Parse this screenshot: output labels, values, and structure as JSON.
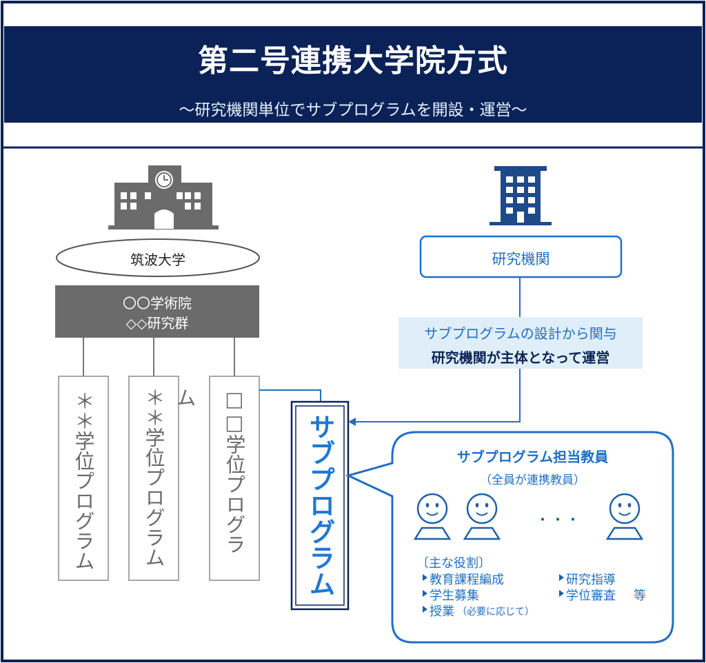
{
  "header": {
    "title": "第二号連携大学院方式",
    "subtitle": "～研究機関単位でサブプログラムを開設・運営～"
  },
  "university": {
    "name": "筑波大学",
    "org_line1": "〇〇学術院",
    "org_line2": "◇◇研究群",
    "programs": [
      "＊＊学位プログラム",
      "＊＊学位プログラム",
      "□□学位プログラム"
    ],
    "icon": "university-building-icon"
  },
  "institute": {
    "name": "研究機関",
    "icon": "office-building-icon",
    "note_line1": "サブプログラムの設計から関与",
    "note_line2": "研究機関が主体となって運営"
  },
  "subprogram": {
    "label": "サブプログラム"
  },
  "faculty": {
    "title": "サブプログラム担当教員",
    "subtitle": "（全員が連携教員）",
    "ellipsis": "・・・",
    "roles_header": "〔主な役割〕",
    "roles_left": [
      "教育課程編成",
      "学生募集",
      "授業"
    ],
    "roles_left_note": "（必要に応じて）",
    "roles_right": [
      "研究指導",
      "学位審査"
    ],
    "roles_right_suffix": "等",
    "icon": "person-icon"
  },
  "colors": {
    "navy": "#0a2257",
    "blue": "#1f6fc4",
    "gray": "#737373",
    "note_bg": "#dfeef8"
  }
}
